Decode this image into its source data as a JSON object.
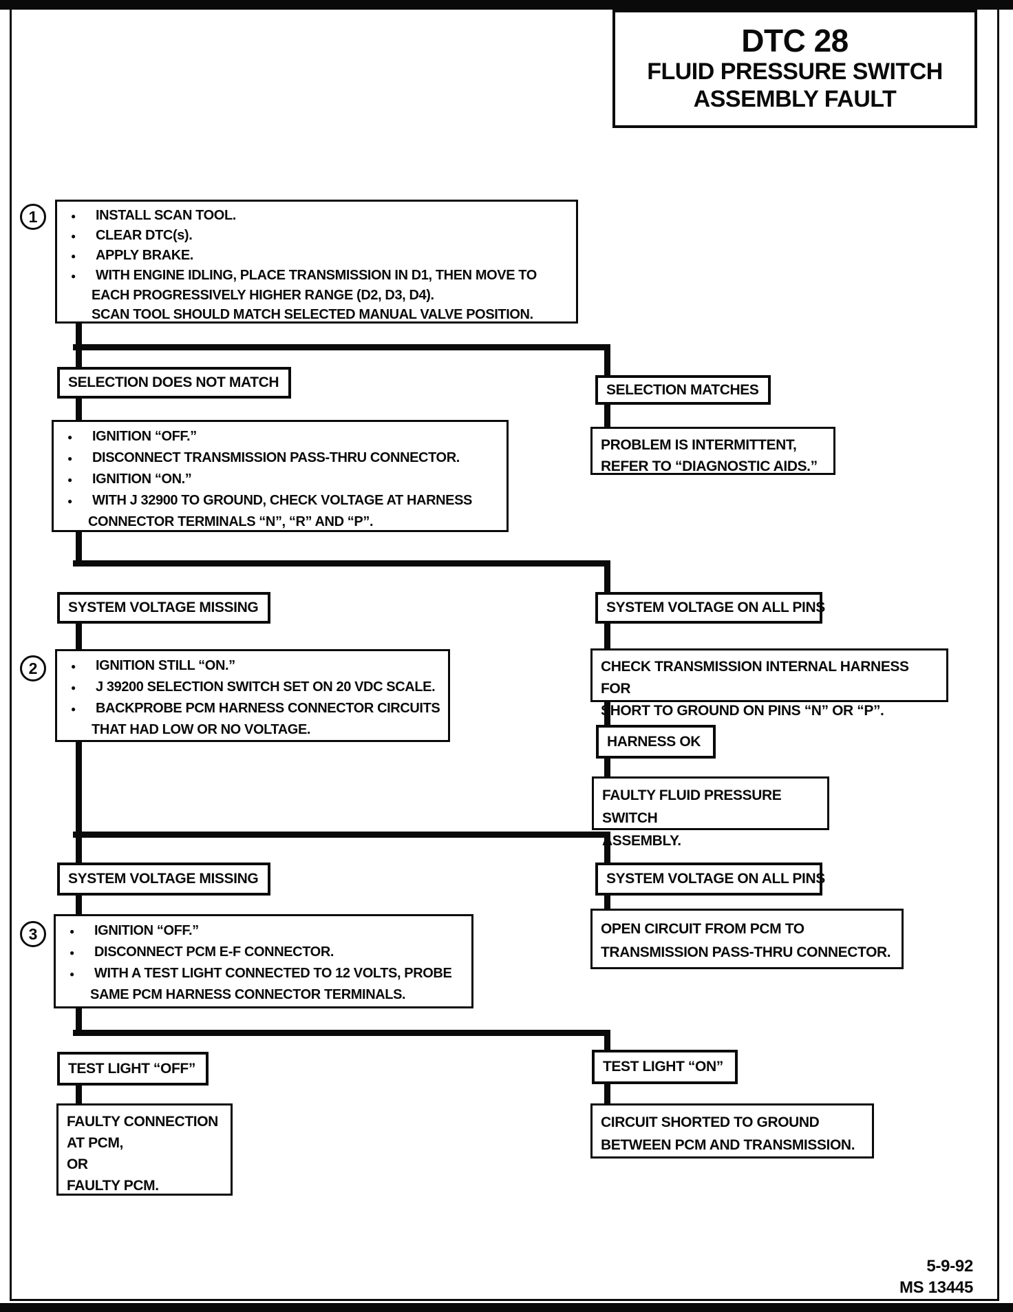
{
  "title": {
    "code": "DTC 28",
    "line1": "FLUID PRESSURE SWITCH",
    "line2": "ASSEMBLY FAULT"
  },
  "icons": {
    "bullet": "●"
  },
  "steps": {
    "s1": "1",
    "s2": "2",
    "s3": "3"
  },
  "boxes": {
    "step1": {
      "bullets": [
        [
          "INSTALL SCAN TOOL."
        ],
        [
          "CLEAR DTC(s)."
        ],
        [
          "APPLY BRAKE."
        ],
        [
          "WITH ENGINE IDLING, PLACE TRANSMISSION IN D1, THEN MOVE TO",
          "EACH PROGRESSIVELY HIGHER RANGE (D2, D3, D4).",
          "SCAN TOOL SHOULD MATCH SELECTED MANUAL VALVE POSITION."
        ]
      ]
    },
    "selection_does_not_match": "SELECTION DOES NOT MATCH",
    "selection_matches": "SELECTION MATCHES",
    "problem_intermittent": {
      "lines": [
        "PROBLEM IS INTERMITTENT,",
        "REFER TO “DIAGNOSTIC AIDS.”"
      ]
    },
    "ignition_check": {
      "bullets": [
        [
          "IGNITION “OFF.”"
        ],
        [
          "DISCONNECT TRANSMISSION PASS-THRU CONNECTOR."
        ],
        [
          "IGNITION “ON.”"
        ],
        [
          "WITH J 32900 TO GROUND, CHECK VOLTAGE AT HARNESS",
          "CONNECTOR TERMINALS “N”, “R” AND “P”."
        ]
      ]
    },
    "system_voltage_missing": "SYSTEM VOLTAGE MISSING",
    "system_voltage_all_pins": "SYSTEM VOLTAGE ON ALL PINS",
    "step2": {
      "bullets": [
        [
          "IGNITION STILL “ON.”"
        ],
        [
          "J 39200 SELECTION SWITCH SET ON 20 VDC SCALE."
        ],
        [
          "BACKPROBE PCM HARNESS CONNECTOR CIRCUITS",
          "THAT HAD LOW OR NO VOLTAGE."
        ]
      ]
    },
    "check_harness": {
      "lines": [
        "CHECK TRANSMISSION INTERNAL HARNESS FOR",
        "SHORT TO GROUND ON PINS “N” OR “P”."
      ]
    },
    "harness_ok": "HARNESS OK",
    "faulty_switch": {
      "lines": [
        "FAULTY FLUID PRESSURE SWITCH",
        "ASSEMBLY."
      ]
    },
    "open_circuit": {
      "lines": [
        "OPEN CIRCUIT FROM PCM TO",
        "TRANSMISSION PASS-THRU CONNECTOR."
      ]
    },
    "step3": {
      "bullets": [
        [
          "IGNITION “OFF.”"
        ],
        [
          "DISCONNECT PCM E-F CONNECTOR."
        ],
        [
          "WITH A TEST LIGHT CONNECTED TO 12 VOLTS, PROBE",
          "SAME PCM HARNESS CONNECTOR TERMINALS."
        ]
      ]
    },
    "test_light_off": "TEST LIGHT “OFF”",
    "test_light_on": "TEST LIGHT “ON”",
    "faulty_connection": {
      "lines": [
        "FAULTY CONNECTION",
        "AT PCM,",
        "OR",
        "FAULTY PCM."
      ]
    },
    "circuit_shorted": {
      "lines": [
        "CIRCUIT SHORTED TO GROUND",
        "BETWEEN PCM AND TRANSMISSION."
      ]
    }
  },
  "footer": {
    "date": "5-9-92",
    "doc_number": "MS 13445"
  }
}
